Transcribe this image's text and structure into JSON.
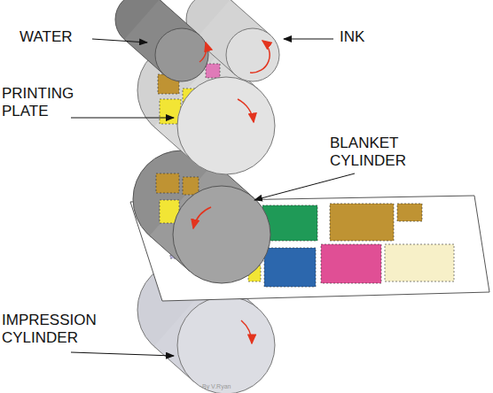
{
  "diagram": {
    "labels": [
      "WATER",
      "INK",
      "PRINTING PLATE",
      "BLANKET CYLINDER",
      "IMPRESSION CYLINDER",
      "By V.Ryan"
    ]
  }
}
